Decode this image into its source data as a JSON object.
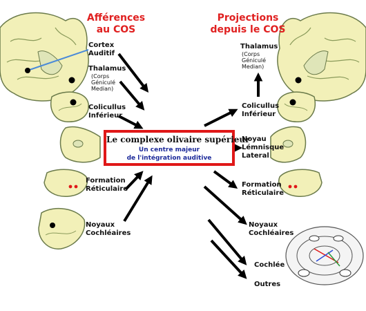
{
  "left_heading": {
    "line1": "Afférences",
    "line2": "au COS"
  },
  "right_heading": {
    "line1": "Projections",
    "line2": "depuis le COS"
  },
  "center_box": {
    "title": "Le complexe olivaire supérieur",
    "subtitle_line1": "Un centre majeur",
    "subtitle_line2": "de l'intégration auditive"
  },
  "left_labels": {
    "cortex": {
      "line1": "Cortex",
      "line2": "Auditif"
    },
    "thalamus": {
      "line1": "Thalamus",
      "sub1": "(Corps",
      "sub2": "Géniculé",
      "sub3": "Median)"
    },
    "colliculus": {
      "line1": "Colicullus",
      "line2": "Inférieur"
    },
    "formation": {
      "line1": "Formation",
      "line2": "Réticulaire"
    },
    "noyaux": {
      "line1": "Noyaux",
      "line2": "Cochléaires"
    }
  },
  "right_labels": {
    "thalamus": {
      "line1": "Thalamus",
      "sub1": "(Corps",
      "sub2": "Géniculé",
      "sub3": "Median)"
    },
    "colliculus": {
      "line1": "Colicullus",
      "line2": "Inférieur"
    },
    "lemnisque": {
      "line1": "Noyau",
      "line2": "Lémnisque",
      "line3": "Lateral"
    },
    "formation": {
      "line1": "Formation",
      "line2": "Réticulaire"
    },
    "noyaux": {
      "line1": "Noyaux",
      "line2": "Cochléaires"
    },
    "cochlee": {
      "line1": "Cochlée"
    },
    "outres": {
      "line1": "Outres"
    }
  },
  "colors": {
    "heading": "#e02020",
    "box_border": "#e01818",
    "subtitle": "#1c2a9a",
    "brain_fill": "#f2f0b8",
    "brain_stroke": "#6a7a4a",
    "tract_blue": "#4a8ad8",
    "dot_red": "#e01818"
  }
}
